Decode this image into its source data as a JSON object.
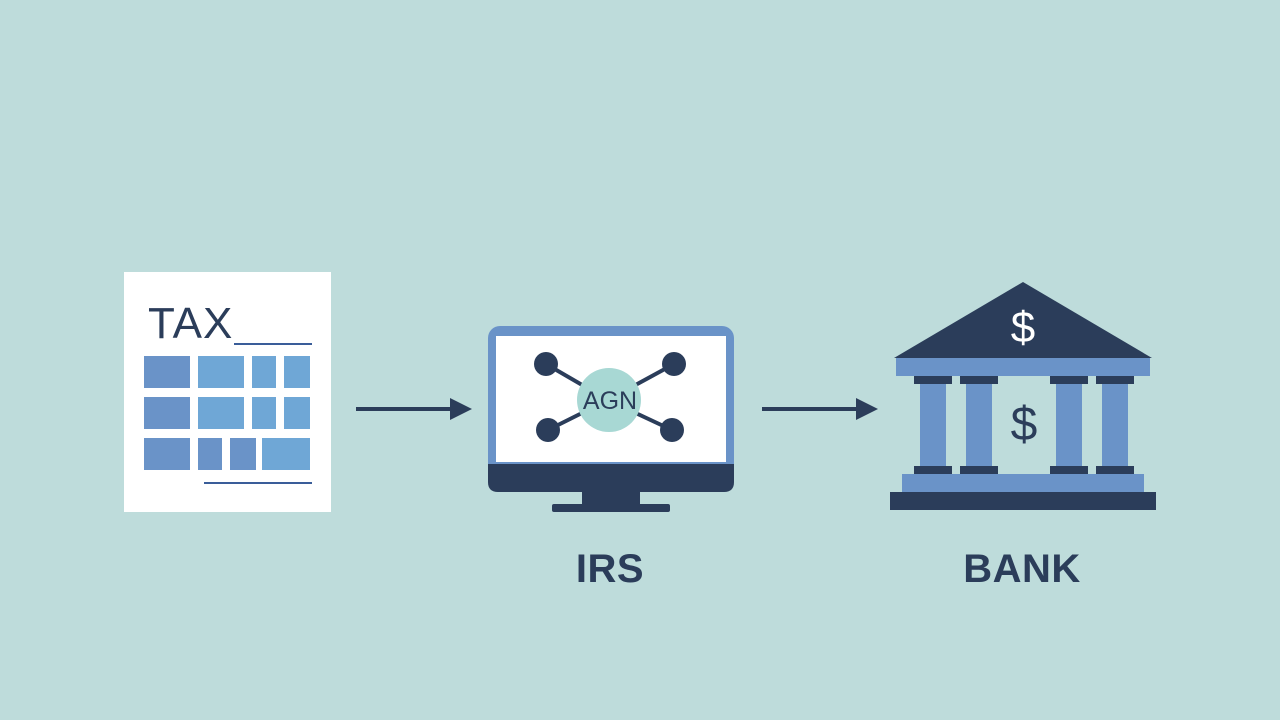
{
  "diagram": {
    "nodes": [
      {
        "id": "tax-form",
        "label": "TAX"
      },
      {
        "id": "irs",
        "screen_label": "AGN",
        "caption": "IRS"
      },
      {
        "id": "bank",
        "roof_symbol": "$",
        "body_symbol": "$",
        "caption": "BANK"
      }
    ],
    "edges": [
      {
        "from": "tax-form",
        "to": "irs"
      },
      {
        "from": "irs",
        "to": "bank"
      }
    ],
    "colors": {
      "background": "#bedcdb",
      "navy": "#2b3d5a",
      "mid_blue": "#6a93c8",
      "light_blue": "#6fa7d6",
      "teal_circle": "#a8d8d4",
      "paper": "#ffffff"
    }
  }
}
